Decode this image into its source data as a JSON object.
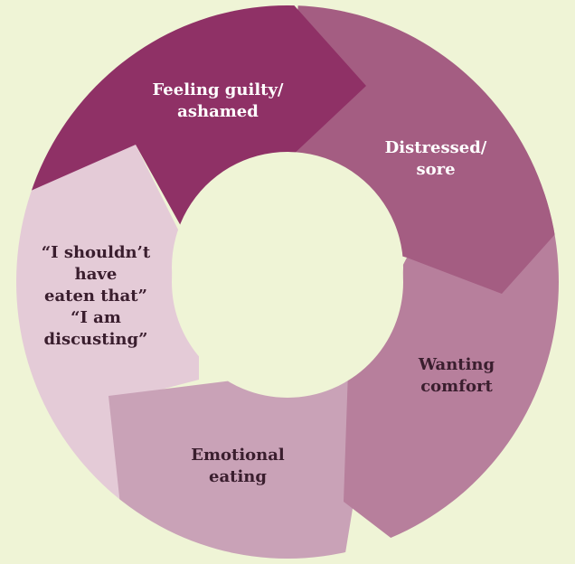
{
  "colors": {
    "background": "#eff4d6",
    "center": "#eff4d6",
    "stage_1": "#8f3166",
    "stage_2": "#a45d82",
    "stage_3": "#b77f9c",
    "stage_4": "#c9a2b7",
    "stage_5": "#e4cbd7",
    "text_light": "#ffffff",
    "text_dark": "#3a1e2e"
  },
  "cycle": {
    "stages": [
      {
        "label": "Feeling guilty/\nashamed",
        "color_key": "stage_1",
        "text": "light"
      },
      {
        "label": "Distressed/\nsore",
        "color_key": "stage_2",
        "text": "light"
      },
      {
        "label": "Wanting\ncomfort",
        "color_key": "stage_3",
        "text": "dark"
      },
      {
        "label": "Emotional\neating",
        "color_key": "stage_4",
        "text": "dark"
      },
      {
        "label": "“I shouldn’t\nhave\neaten that”\n“I am\ndiscusting”",
        "color_key": "stage_5",
        "text": "dark"
      }
    ]
  }
}
